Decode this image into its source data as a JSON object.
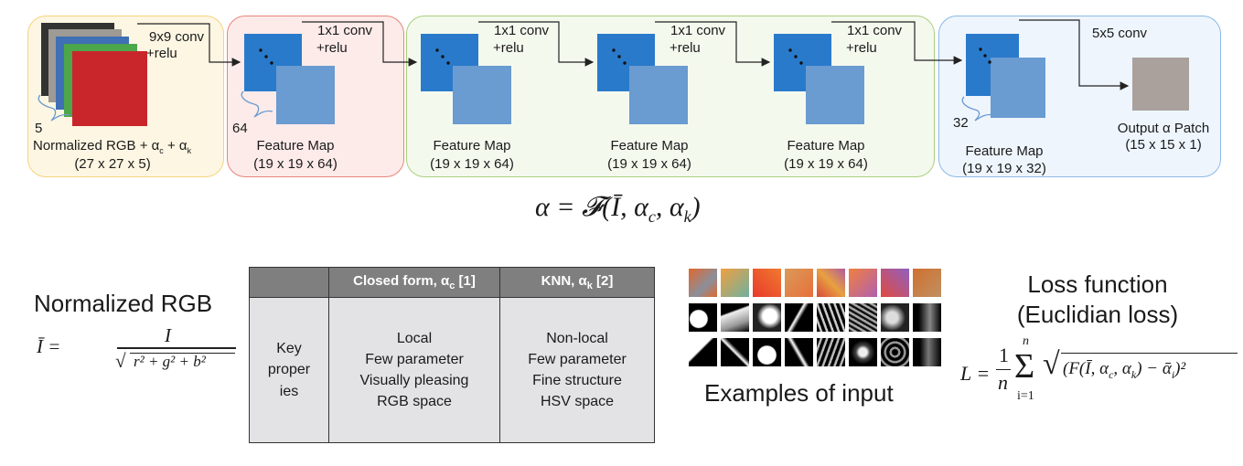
{
  "pipeline": {
    "input": {
      "conv_label": "9x9 conv",
      "act_label": "+relu",
      "channels": "5",
      "name": "Normalized RGB  + α",
      "name_sub1": "c",
      "name_plus": " + α",
      "name_sub2": "k",
      "dims": "(27 x 27 x 5)"
    },
    "blocks": [
      {
        "conv": "1x1 conv",
        "act": "+relu",
        "name": "Feature Map",
        "dims": "(19 x 19 x 64)",
        "channels": "64"
      },
      {
        "conv": "1x1 conv",
        "act": "+relu",
        "name": "Feature Map",
        "dims": "(19 x 19 x 64)"
      },
      {
        "conv": "1x1 conv",
        "act": "+relu",
        "name": "Feature Map",
        "dims": "(19 x 19 x 64)"
      },
      {
        "conv": "1x1 conv",
        "act": "+relu",
        "name": "Feature Map",
        "dims": "(19 x 19 x 64)"
      },
      {
        "conv": "5x5  conv",
        "name": "Feature  Map",
        "dims": "(19 x 19 x 32)",
        "channels": "32"
      }
    ],
    "output": {
      "name": "Output α Patch",
      "dims": "(15 x 15 x 1)"
    },
    "formula": "α = 𝓕(Ī, α",
    "formula_sub1": "c",
    "formula_mid": ", α",
    "formula_sub2": "k",
    "formula_end": ")"
  },
  "normalized_rgb": {
    "title": "Normalized RGB",
    "lhs": "Ī  =",
    "numerator": "I",
    "denominator": "r² + g² + b²"
  },
  "table": {
    "col1": "Closed form, α",
    "col1_sub": "c",
    "col1_ref": " [1]",
    "col2": "KNN, α",
    "col2_sub": "k",
    "col2_ref": "  [2]",
    "row_label": [
      "Key",
      "proper",
      "ies"
    ],
    "col1_items": [
      "Local",
      "Few parameter",
      "Visually pleasing",
      "RGB space"
    ],
    "col2_items": [
      "Non-local",
      "Few parameter",
      "Fine structure",
      "HSV space"
    ]
  },
  "examples": {
    "caption": "Examples of input"
  },
  "loss": {
    "title_line1": "Loss function",
    "title_line2": "(Euclidian loss)",
    "lhs": "L =",
    "frac_num": "1",
    "frac_den": "n",
    "sum_top": "n",
    "sum_bottom": "i=1",
    "body": "(F(Ī, α",
    "body_sub1": "c",
    "body_mid": ", α",
    "body_sub2": "k",
    "body_end": ") − ᾱ",
    "body_sub3": "i",
    "body_tail": ")²"
  },
  "colors": {
    "input_panel": "#fdf6e3",
    "input_border": "#f5d47c",
    "block1_panel": "#fdebea",
    "block1_border": "#e8847c",
    "mid_panel": "#f4f9ee",
    "mid_border": "#a9cf7c",
    "last_panel": "#eef5fc",
    "last_border": "#8cb9e6",
    "fmap_dark": "#2a7acb",
    "fmap_light": "#6a9bd1",
    "output": "#aaa19c"
  }
}
